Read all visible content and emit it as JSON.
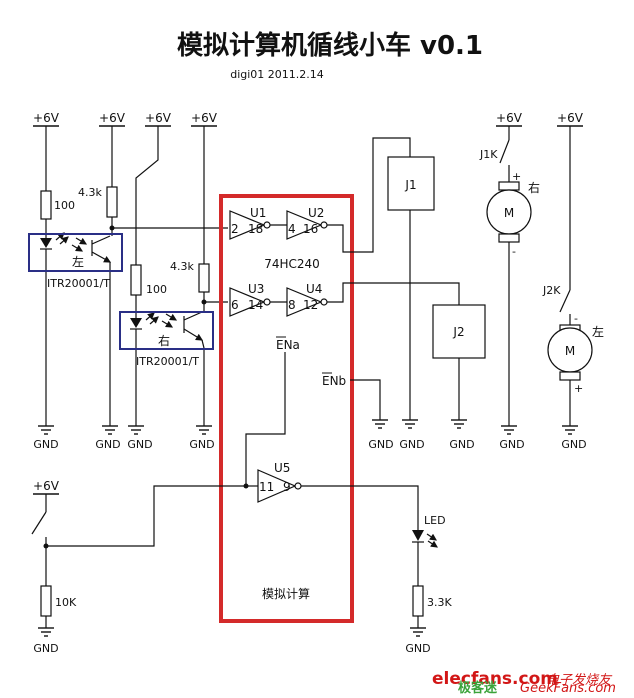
{
  "title": "模拟计算机循线小车 v0.1",
  "subtitle": "digi01 2011.2.14",
  "rails": {
    "plus6v": "+6V",
    "gnd": "GND"
  },
  "sensors": {
    "left": {
      "label": "左",
      "part": "ITR20001/T",
      "r_led": "100",
      "r_pull": "4.3k"
    },
    "right": {
      "label": "右",
      "part": "ITR20001/T",
      "r_led": "100",
      "r_pull": "4.3k"
    }
  },
  "ic": {
    "part": "74HC240",
    "block_label": "模拟计算",
    "gates": [
      {
        "name": "U1",
        "pin_in": "2",
        "pin_out": "18"
      },
      {
        "name": "U2",
        "pin_in": "4",
        "pin_out": "16"
      },
      {
        "name": "U3",
        "pin_in": "6",
        "pin_out": "14"
      },
      {
        "name": "U4",
        "pin_in": "8",
        "pin_out": "12"
      },
      {
        "name": "U5",
        "pin_in": "11",
        "pin_out": "9"
      }
    ],
    "ena": "ENa",
    "enb": "ENb"
  },
  "connectors": {
    "j1": "J1",
    "j2": "J2"
  },
  "motors": {
    "right": {
      "relay": "J1K",
      "label": "右",
      "symbol": "M",
      "plus": "+",
      "minus": "-"
    },
    "left": {
      "relay": "J2K",
      "label": "左",
      "symbol": "M",
      "plus": "+",
      "minus": "-"
    }
  },
  "switch_circuit": {
    "r_pulldown": "10K"
  },
  "led_circuit": {
    "label": "LED",
    "r_series": "3.3K"
  },
  "watermark": {
    "site": "elecfans.com",
    "cn": "电子发烧友",
    "cn2": "极客迷",
    "en": "GeekFans.com"
  }
}
